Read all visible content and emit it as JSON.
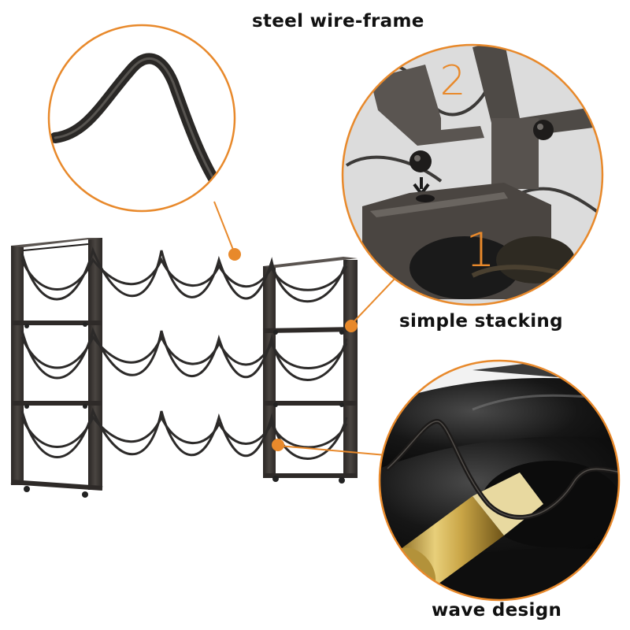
{
  "callouts": {
    "steel_wire_frame": "steel wire-frame",
    "simple_stacking": "simple stacking",
    "wave_design": "wave design"
  },
  "stacking_steps": {
    "top": "2",
    "bottom": "1"
  },
  "colors": {
    "accent_orange": "#E8892B",
    "frame_metal": "#3a3633",
    "background": "#ffffff"
  }
}
